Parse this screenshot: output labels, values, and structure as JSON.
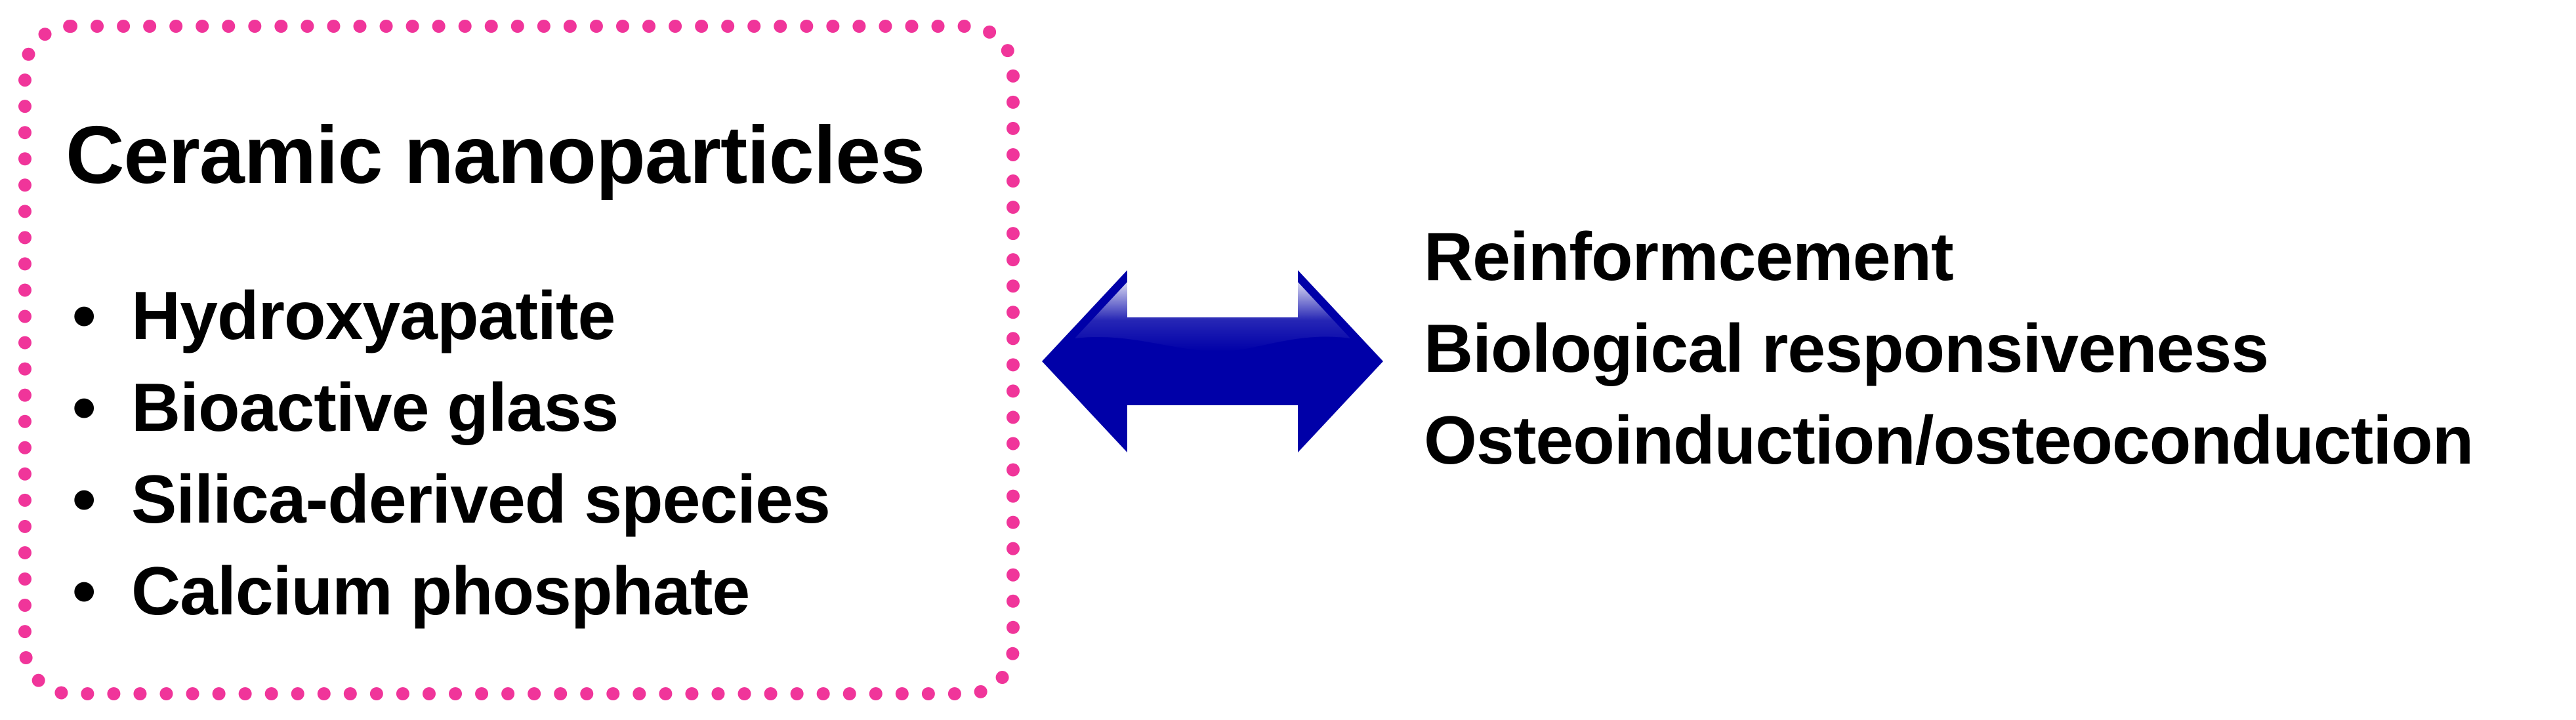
{
  "left_box": {
    "title": "Ceramic nanoparticles",
    "bullet": "•",
    "items": [
      "Hydroxyapatite",
      "Bioactive glass",
      "Silica-derived species",
      "Calcium phosphate"
    ],
    "border_color": "#f0359a"
  },
  "arrow": {
    "icon": "double-headed-arrow-icon",
    "color": "#0000a8"
  },
  "right_list": {
    "items": [
      "Reinformcement",
      "Biological responsiveness",
      "Osteoinduction/osteoconduction"
    ]
  }
}
